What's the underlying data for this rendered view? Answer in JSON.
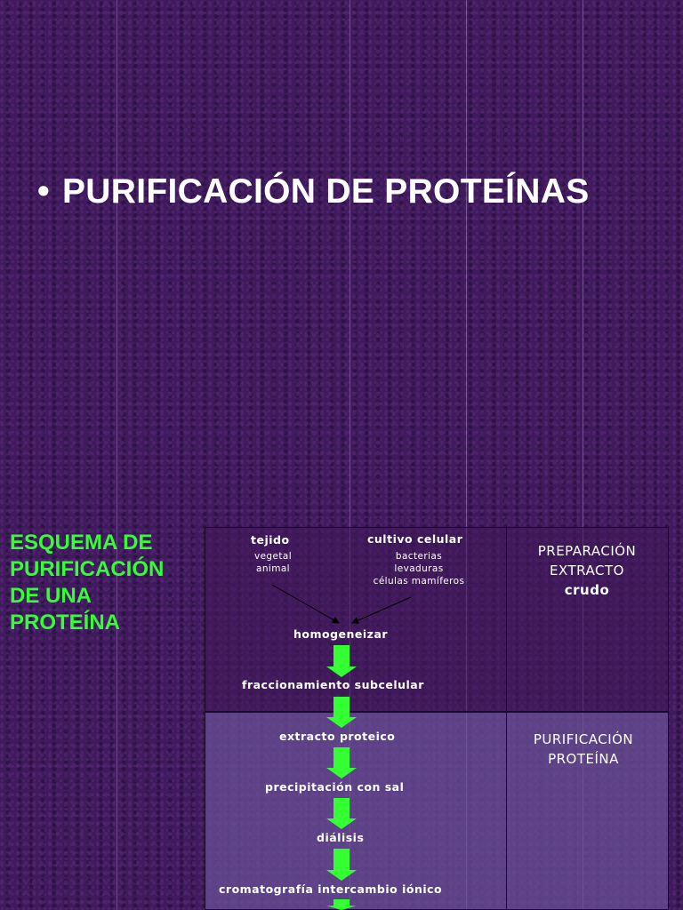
{
  "slide": {
    "title": "PURIFICACIÓN DE PROTEÍNAS",
    "bullet": "•"
  },
  "side_label": {
    "lines": [
      "ESQUEMA DE",
      "PURIFICACIÓN",
      "DE UNA",
      "PROTEÍNA"
    ]
  },
  "diagram": {
    "sources": [
      {
        "heading": "tejido",
        "items": [
          "vegetal",
          "animal"
        ]
      },
      {
        "heading": "cultivo celular",
        "items": [
          "bacterias",
          "levaduras",
          "células mamíferos"
        ]
      }
    ],
    "steps": [
      "homogeneizar",
      "fraccionamiento subcelular",
      "extracto proteico",
      "precipitación con sal",
      "diálisis",
      "cromatografía intercambio iónico"
    ],
    "stages": [
      {
        "lines": [
          "PREPARACIÓN",
          "EXTRACTO",
          "crudo"
        ]
      },
      {
        "lines": [
          "PURIFICACIÓN",
          "PROTEÍNA"
        ]
      }
    ],
    "arrow_color": "#33ff33",
    "side_label_color": "#33ff33"
  }
}
